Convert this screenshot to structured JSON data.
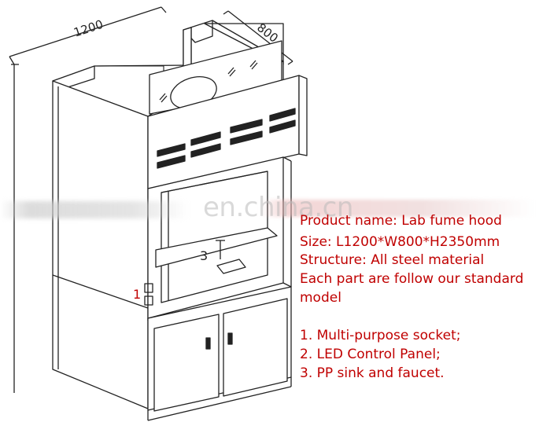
{
  "dimensions": {
    "width": "1200",
    "depth": "800"
  },
  "callouts": {
    "one": "1",
    "three": "3"
  },
  "watermark": "en.china.cn",
  "spec": {
    "product_name": "Product name: Lab fume hood",
    "size": "Size: L1200*W800*H2350mm",
    "structure": "Structure: All steel material",
    "standard_line1": "Each part are follow our standard",
    "standard_line2": "model"
  },
  "features": [
    "1. Multi-purpose socket;",
    "2. LED Control Panel;",
    "3. PP sink and faucet."
  ],
  "colors": {
    "annotation": "#c00000",
    "line": "#222222"
  }
}
